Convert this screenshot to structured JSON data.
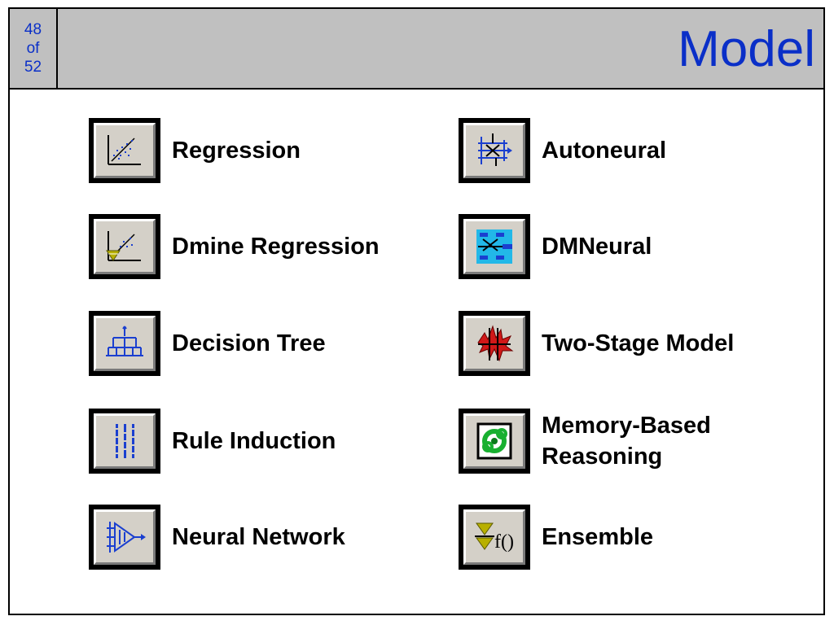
{
  "slide": {
    "page_current": "48",
    "page_of": "of",
    "page_total": "52",
    "title": "Model"
  },
  "tools": [
    {
      "id": "regression",
      "label": "Regression",
      "icon": "regression-icon"
    },
    {
      "id": "dmine-regression",
      "label": "Dmine Regression",
      "icon": "dmine-regression-icon"
    },
    {
      "id": "decision-tree",
      "label": "Decision Tree",
      "icon": "decision-tree-icon"
    },
    {
      "id": "rule-induction",
      "label": "Rule Induction",
      "icon": "rule-induction-icon"
    },
    {
      "id": "neural-network",
      "label": "Neural Network",
      "icon": "neural-network-icon"
    },
    {
      "id": "autoneural",
      "label": "Autoneural",
      "icon": "autoneural-icon"
    },
    {
      "id": "dmneural",
      "label": "DMNeural",
      "icon": "dmneural-icon"
    },
    {
      "id": "two-stage-model",
      "label": "Two-Stage Model",
      "icon": "two-stage-model-icon"
    },
    {
      "id": "memory-based-reasoning",
      "label_line1": "Memory-Based",
      "label_line2": "Reasoning",
      "icon": "memory-based-reasoning-icon"
    },
    {
      "id": "ensemble",
      "label": "Ensemble",
      "icon": "ensemble-icon"
    }
  ],
  "colors": {
    "accent_blue": "#0a2fc8",
    "header_gray": "#c0c0c0",
    "button_face": "#d4d0c8"
  }
}
